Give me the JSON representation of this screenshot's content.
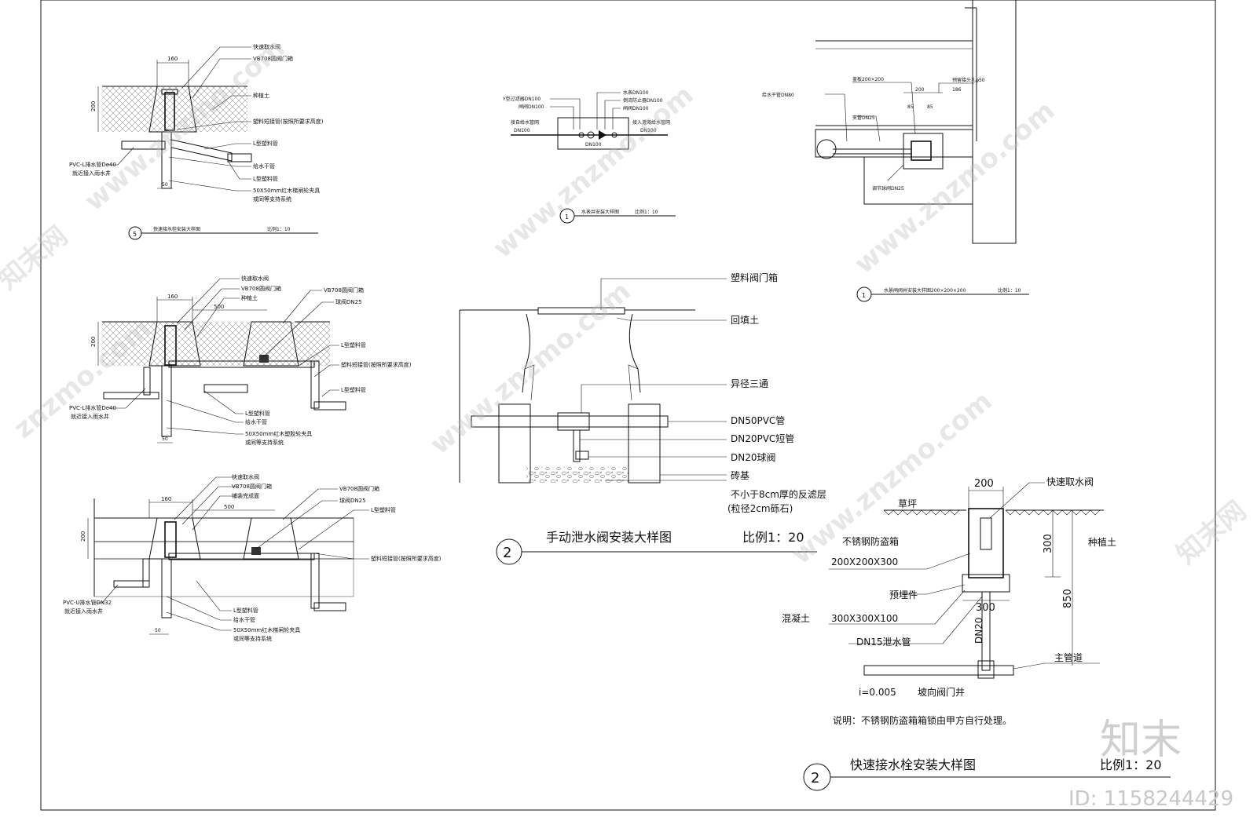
{
  "detail5": {
    "dim_160": "160",
    "dim_200": "200",
    "dim_50": "50",
    "labels": [
      "快速取水阀",
      "VB708圆阀门箱",
      "种植土",
      "塑料短接管(按照所要求高度)",
      "L型塑料管",
      "给水干管",
      "L型塑料管",
      "50X50mm红木梯闸轮夹具",
      "或同等支持系统"
    ],
    "left_label_1": "PVC-L排水管De40",
    "left_label_2": "就近接入雨水井",
    "title": "快速接水栓安装大样图",
    "scale": "比例1：10",
    "num": "5"
  },
  "detail_mid_left": {
    "dim_160": "160",
    "dim_500": "500",
    "dim_200": "200",
    "dim_50": "50",
    "labels": [
      "快速取水阀",
      "VB708圆阀门箱",
      "种植土",
      "VB708圆阀门箱",
      "球阀DN25",
      "L型塑料管",
      "塑料短接管(按照所要求高度)",
      "L型塑料管",
      "L型塑料管",
      "给水干管",
      "50X50mm红木塑胶轮夹具",
      "或同等支持系统"
    ],
    "left_label_1": "PVC-L排水管De40",
    "left_label_2": "就近接入雨水井"
  },
  "detail_bottom_left": {
    "dim_160": "160",
    "dim_500": "500",
    "dim_200": "200",
    "dim_50": "50",
    "labels": [
      "快速取水阀",
      "VB708圆阀门箱",
      "铺装完成面",
      "VB708圆阀门箱",
      "球阀DN25",
      "L型塑料管",
      "塑料短接管(按照所要求高度)",
      "L型塑料管",
      "给水干管",
      "50X50mm红木梯闸轮夹具",
      "或同等支持系统"
    ],
    "left_label_1": "PVC-U排水管DN32",
    "left_label_2": "就近接入雨水井"
  },
  "detail1_top": {
    "labels_left": [
      "Y型过滤器DN100",
      "闸阀DN100",
      "接自给水管网",
      "DN100"
    ],
    "labels_right": [
      "水表DN100",
      "倒流防止器DN100",
      "闸阀DN100",
      "接入灌溉给水管网",
      "DN100"
    ],
    "mid_label": "DN100",
    "title": "水表井安装大样图",
    "scale": "比例1：10",
    "num": "1"
  },
  "detail1_right": {
    "labels": [
      "给水干管DN80",
      "盖板200×200",
      "支管DN25",
      "200",
      "85",
      "85",
      "预留接头孔φ50",
      "186",
      "调节球阀DN25"
    ],
    "title": "水景闸阀井安装大样图200×200×200",
    "scale": "比例1：10",
    "num": "1"
  },
  "detail2_valve": {
    "labels": [
      "塑料阀门箱",
      "回填土",
      "异径三通",
      "DN50PVC管",
      "DN20PVC短管",
      "DN20球阀",
      "砖基",
      "不小于8cm厚的反滤层",
      "(粒径2cm砾石)"
    ],
    "title": "手动泄水阀安装大样图",
    "scale": "比例1：20",
    "num": "2"
  },
  "detail2_hydrant": {
    "dim_200": "200",
    "dim_300": "300",
    "dim_300b": "300",
    "dim_850": "850",
    "dn20": "DN20",
    "labels": [
      "快速取水阀",
      "草坪",
      "种植土",
      "不锈钢防盗箱",
      "200X200X300",
      "预埋件",
      "混凝土",
      "300X300X100",
      "DN15泄水管",
      "主管道",
      "i=0.005",
      "坡向阀门井"
    ],
    "note": "说明：不锈钢防盗箱箱锁由甲方自行处理。",
    "title": "快速接水栓安装大样图",
    "scale": "比例1：20",
    "num": "2"
  },
  "watermark": {
    "brand": "知末",
    "site": "znzmo.com",
    "site2": "www.znzmo.com",
    "cn": "知末网",
    "id": "ID: 1158244429"
  }
}
